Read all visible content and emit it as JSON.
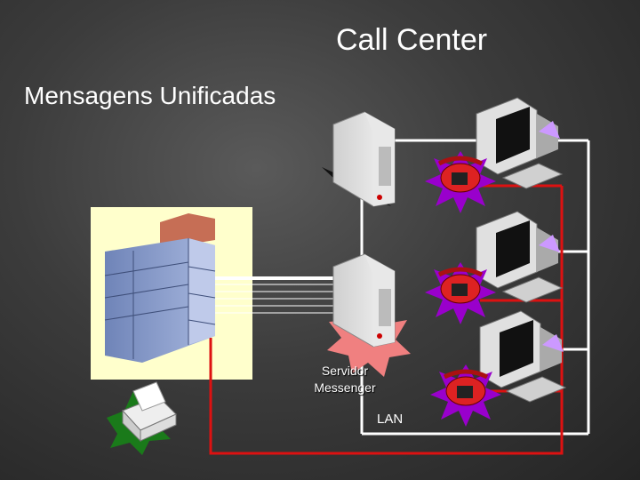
{
  "title": "Call Center",
  "subtitle": "Mensagens Unificadas",
  "labels": {
    "server": "Servidor Messenger",
    "lan": "LAN"
  },
  "colors": {
    "lan_line": "#ffffff",
    "phone_line": "#dd1111",
    "pbx_background": "#ffffcc",
    "server_burst": "#f08080",
    "phone_burst": "#9900cc",
    "fax_burst": "#1a7a1a"
  },
  "icons": [
    "server-tower-icon",
    "pbx-cabinet-icon",
    "workstation-icon",
    "telephone-icon",
    "fax-machine-icon"
  ]
}
